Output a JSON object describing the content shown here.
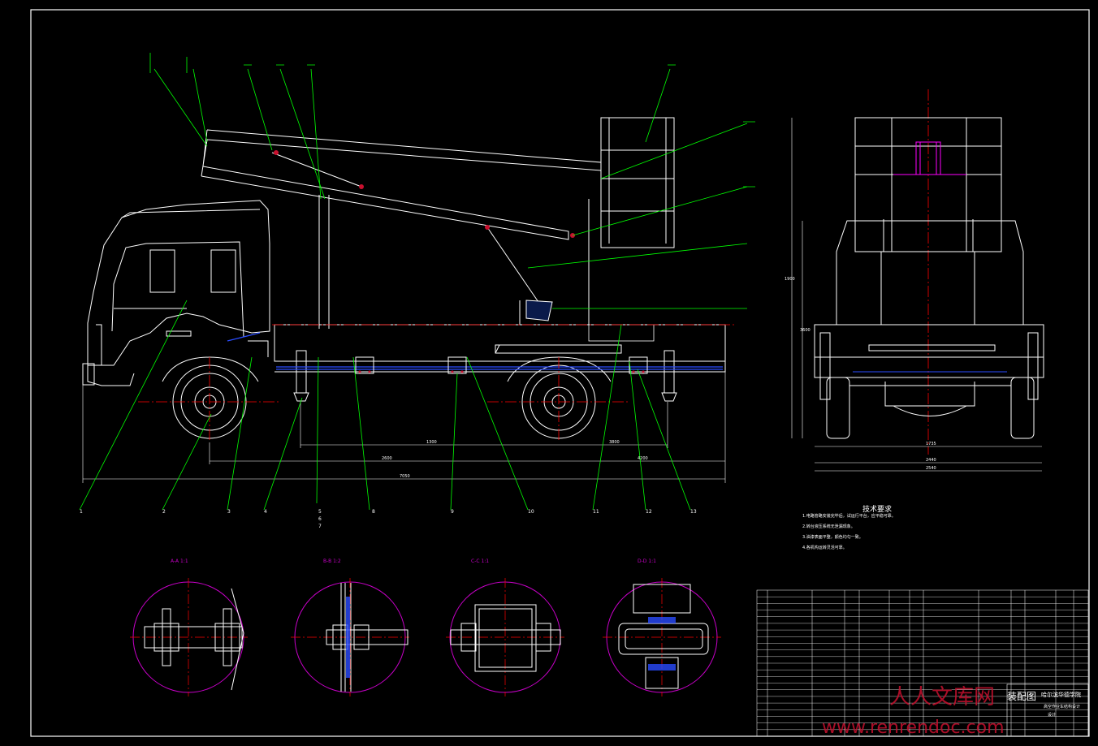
{
  "drawing": {
    "section_labels": [
      "A-A 1:1",
      "B-B 1:2",
      "C-C 1:1",
      "D-D 1:1"
    ],
    "part_callouts": [
      "1",
      "2",
      "3",
      "4",
      "5",
      "6",
      "7",
      "8",
      "9",
      "10",
      "11",
      "12",
      "13"
    ],
    "dims": [
      "7050",
      "2600",
      "1300",
      "3800",
      "4200",
      "1735",
      "2440",
      "2540",
      "1900",
      "3600"
    ]
  },
  "tech": {
    "title": "技术要求",
    "lines": [
      "1.电路管路安装完毕后，试运行平台，应平稳可靠。",
      "2.转台液压系统无泄漏现象。",
      "3.油漆表面平整，颜色均匀一致。",
      "4.各机构运转灵活可靠。"
    ]
  },
  "titleblock": {
    "drawing_name": "装配图",
    "school": "哈尔滨华德学院",
    "project": "高空作业车结构设计",
    "design": "设计"
  },
  "watermark": {
    "cn": "人人文库网",
    "url": "www.renrendoc.com"
  },
  "colors": {
    "bg": "#000000",
    "line": "#ffffff",
    "leader": "#00ff00",
    "center": "#ff0000",
    "circle": "#c800c8",
    "hidden": "#0000ff",
    "accent": "#ff00ff"
  }
}
